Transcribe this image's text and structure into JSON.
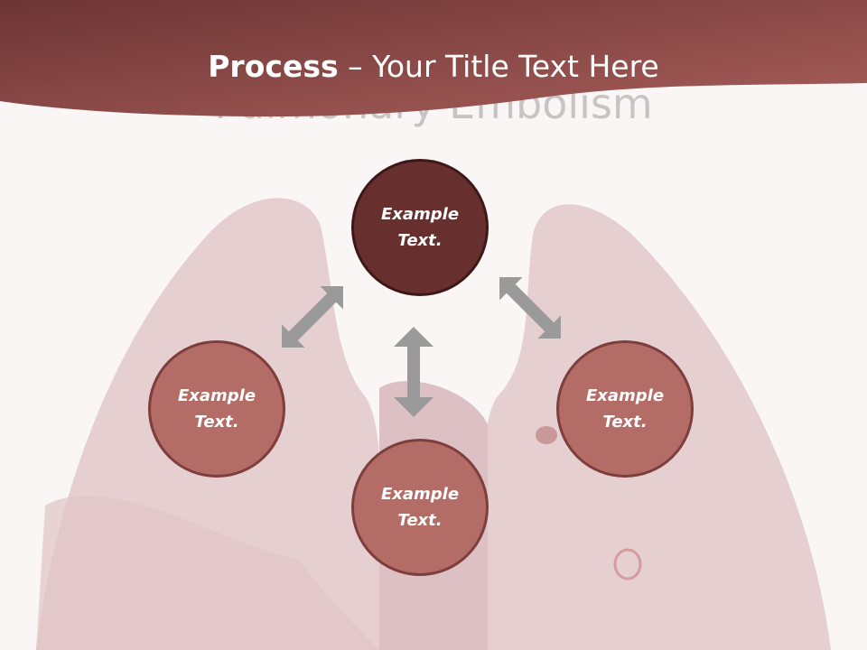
{
  "slide": {
    "title_bold": "Process",
    "title_rest": " – Your Title Text Here",
    "background_watermark": "Pulmonary Embolism",
    "nodes": [
      {
        "id": "top",
        "line1": "Example",
        "line2": "Text."
      },
      {
        "id": "left",
        "line1": "Example",
        "line2": "Text."
      },
      {
        "id": "bottom",
        "line1": "Example",
        "line2": "Text."
      },
      {
        "id": "right",
        "line1": "Example",
        "line2": "Text."
      }
    ],
    "colors": {
      "banner": "#8c4444",
      "top_node": "#682f2f",
      "node": "#b46c66",
      "arrow": "#9a9a9a"
    }
  }
}
